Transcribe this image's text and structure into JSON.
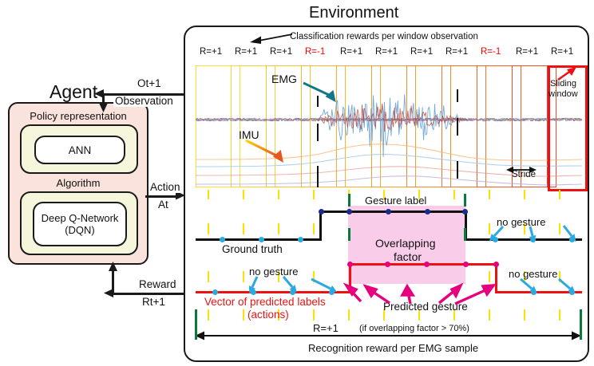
{
  "agent": {
    "title": "Agent",
    "policy_label": "Policy representation",
    "policy_core": "ANN",
    "algorithm_label": "Algorithm",
    "algorithm_core_line1": "Deep Q-Network",
    "algorithm_core_line2": "(DQN)",
    "box_color": "#f9e3dc",
    "inner_color": "#f6f6dd"
  },
  "connections": {
    "observation_top": "Ot+1",
    "observation_bottom": "Observation",
    "action_top": "Action",
    "action_bottom": "At",
    "reward_top": "Reward",
    "reward_bottom": "Rt+1"
  },
  "environment": {
    "title": "Environment",
    "classification_caption": "Classification rewards per window observation",
    "reward_labels": [
      {
        "text": "R=+1",
        "negative": false
      },
      {
        "text": "R=+1",
        "negative": false
      },
      {
        "text": "R=+1",
        "negative": false
      },
      {
        "text": "R=-1",
        "negative": true
      },
      {
        "text": "R=+1",
        "negative": false
      },
      {
        "text": "R=+1",
        "negative": false
      },
      {
        "text": "R=+1",
        "negative": false
      },
      {
        "text": "R=+1",
        "negative": false
      },
      {
        "text": "R=-1",
        "negative": true
      },
      {
        "text": "R=+1",
        "negative": false
      },
      {
        "text": "R=+1",
        "negative": false
      }
    ],
    "signal_labels": {
      "emg": "EMG",
      "imu": "IMU",
      "sliding_window_line1": "Sliding",
      "sliding_window_line2": "window",
      "stride": "Stride"
    },
    "timeline_labels": {
      "gesture_label": "Gesture label",
      "ground_truth": "Ground truth",
      "overlap_line1": "Overlapping",
      "overlap_line2": "factor",
      "no_gesture": "no gesture",
      "predicted_vector_line1": "Vector of predicted  labels",
      "predicted_vector_line2": "(actions)",
      "predicted_gesture": "Predicted gesture"
    },
    "footer": {
      "reward_value": "R=+1",
      "reward_condition": "(if overlapping factor > 70%)",
      "caption": "Recognition reward per EMG sample"
    }
  },
  "colors": {
    "outline": "#1a1a1a",
    "red": "#ee1111",
    "magenta": "#e6007e",
    "cyan": "#29 abe2",
    "cyan_hex": "#29abe2",
    "green": "#0a7a3c",
    "yellow": "#ffe000",
    "orange": "#f0932b",
    "pink_fill": "#f9cdea",
    "emg_arrow": "#11788c",
    "emg_trace": "#5b9bd5"
  },
  "chart_data": {
    "type": "line",
    "title": "EMG / IMU sliding-window gesture recognition",
    "window_count": 11,
    "window_rewards": [
      1,
      1,
      1,
      -1,
      1,
      1,
      1,
      1,
      -1,
      1,
      1
    ],
    "ground_truth_gesture_start_pct": 33.0,
    "ground_truth_gesture_end_pct": 70.5,
    "predicted_gesture_start_pct": 39.0,
    "predicted_gesture_end_pct": 77.0,
    "overlap_threshold_pct": 70,
    "series": [
      {
        "name": "EMG",
        "color": "#5b9bd5"
      },
      {
        "name": "IMU",
        "color": "#f0932b"
      },
      {
        "name": "Ground truth",
        "color": "#1a1a1a"
      },
      {
        "name": "Predicted labels",
        "color": "#ee1111"
      }
    ]
  }
}
